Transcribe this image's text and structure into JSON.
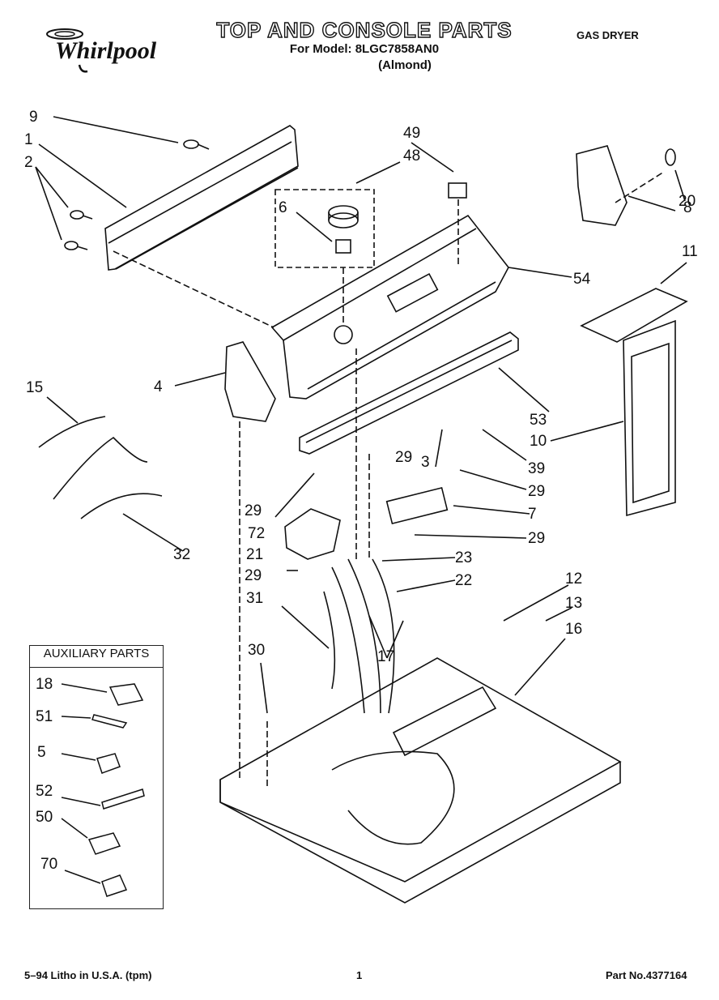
{
  "header": {
    "brand": "Whirlpool",
    "title": "TOP AND CONSOLE PARTS",
    "model_line": "For Model: 8LGC7858AN0",
    "color": "(Almond)",
    "product": "GAS DRYER"
  },
  "callouts": {
    "c9": "9",
    "c1": "1",
    "c2": "2",
    "c49": "49",
    "c48": "48",
    "c6": "6",
    "c20": "20",
    "c8": "8",
    "c11": "11",
    "c54": "54",
    "c4": "4",
    "c15": "15",
    "c53": "53",
    "c10": "10",
    "c29a": "29",
    "c3": "3",
    "c39": "39",
    "c29b": "29",
    "c29c": "29",
    "c72": "72",
    "c7": "7",
    "c29d": "29",
    "c21": "21",
    "c23": "23",
    "c32": "32",
    "c29e": "29",
    "c22": "22",
    "c12": "12",
    "c31": "31",
    "c13": "13",
    "c16": "16",
    "c30": "30",
    "c17": "17"
  },
  "auxiliary": {
    "title": "AUXILIARY PARTS",
    "items": [
      "18",
      "51",
      "5",
      "52",
      "50",
      "70"
    ]
  },
  "footer": {
    "left": "5–94 Litho in U.S.A. (tpm)",
    "page": "1",
    "part_no": "Part No.4377164"
  }
}
